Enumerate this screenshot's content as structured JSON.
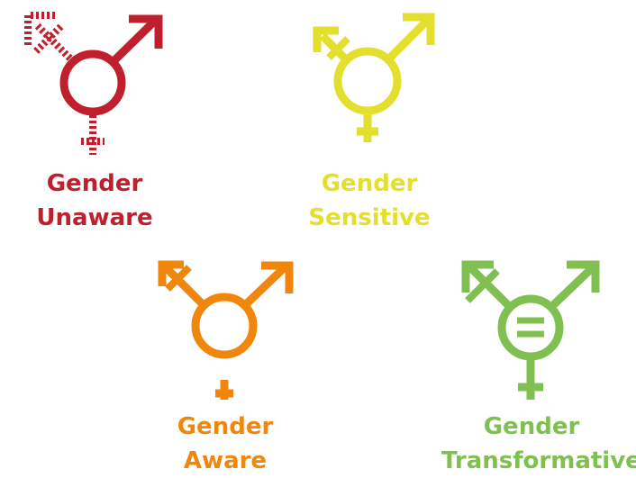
{
  "colors": {
    "unaware": "#c0202e",
    "sensitive": "#e3df2c",
    "aware": "#f0870c",
    "transformative": "#7fc050"
  },
  "items": [
    {
      "key": "unaware",
      "icon": "gender-unaware-icon",
      "line1": "Gender",
      "line2": "Unaware"
    },
    {
      "key": "sensitive",
      "icon": "gender-sensitive-icon",
      "line1": "Gender",
      "line2": "Sensitive"
    },
    {
      "key": "aware",
      "icon": "gender-aware-icon",
      "line1": "Gender",
      "line2": "Aware"
    },
    {
      "key": "transformative",
      "icon": "gender-transformative-icon",
      "line1": "Gender",
      "line2": "Transformative"
    }
  ]
}
